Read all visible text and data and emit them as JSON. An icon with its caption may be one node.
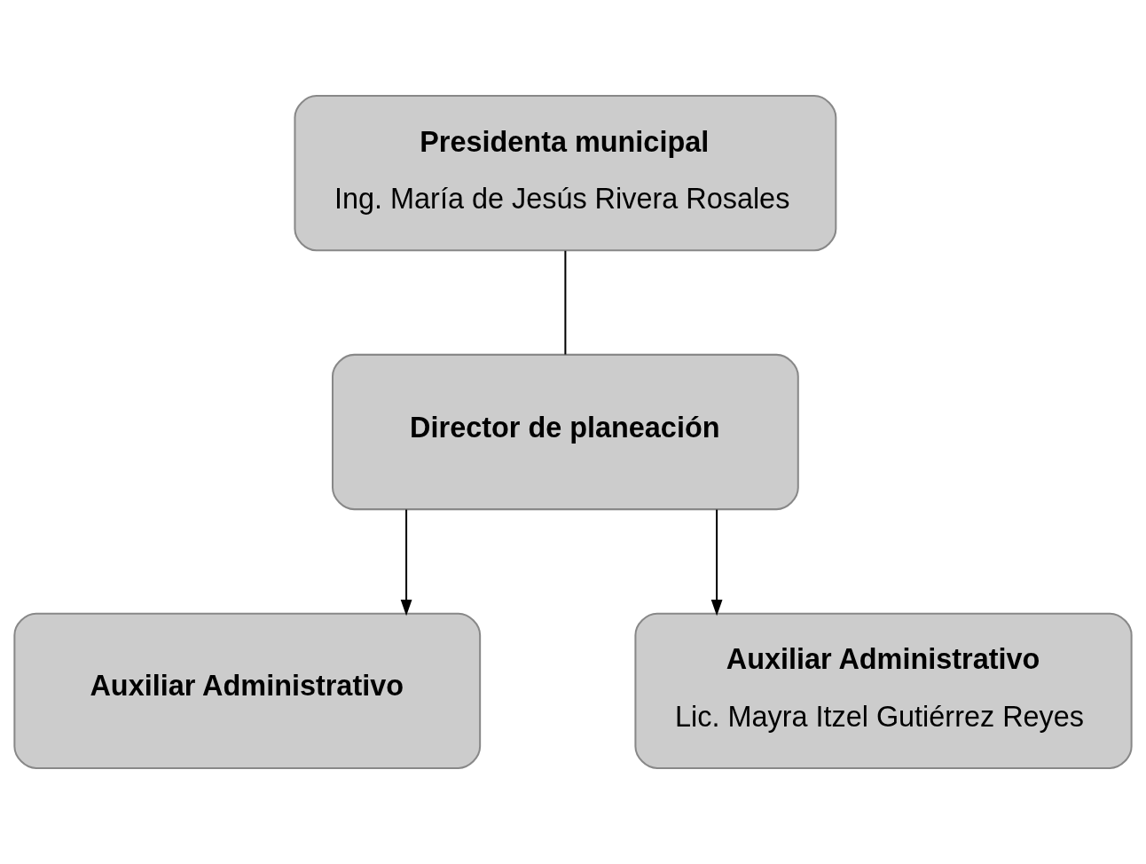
{
  "diagram": {
    "nodes": [
      {
        "text": [
          "Presidenta municipal",
          "Ing. María de Jesús Rivera Rosales"
        ]
      },
      {
        "text": [
          "Director de planeación"
        ]
      },
      {
        "text": [
          "Auxiliar Administrativo"
        ]
      },
      {
        "text": [
          "Auxiliar Administrativo",
          "Lic. Mayra Itzel Gutiérrez Reyes"
        ]
      }
    ],
    "edges": [
      {
        "from": 0,
        "to": 1,
        "arrow": "none"
      },
      {
        "from": 1,
        "to": 2,
        "arrow": "to"
      },
      {
        "from": 1,
        "to": 3,
        "arrow": "to"
      }
    ]
  }
}
